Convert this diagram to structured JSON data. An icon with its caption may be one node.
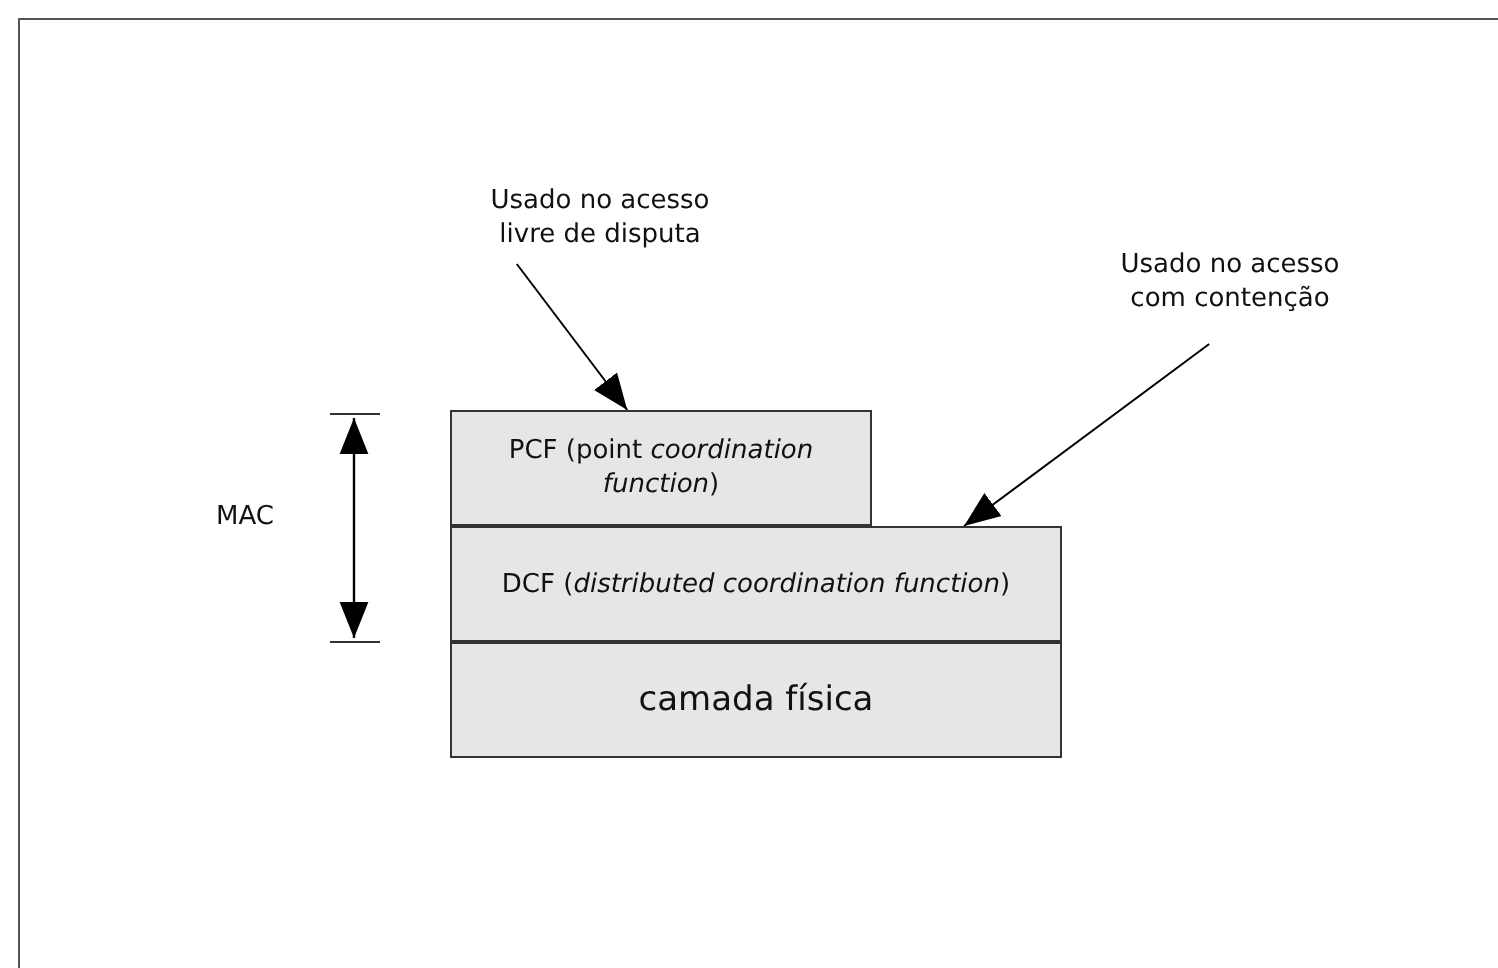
{
  "diagram": {
    "nodes": [
      {
        "text": [
          "Usado no acesso livre de disputa"
        ]
      },
      {
        "text": [
          "Usado no acesso com contenção"
        ]
      },
      {
        "text": [
          "PCF (point *coordination function*)"
        ]
      },
      {
        "text": [
          "DCF (*distributed coordination function*)"
        ]
      },
      {
        "text": [
          "camada física"
        ]
      }
    ],
    "edges": [
      {
        "from": 0,
        "to": 2,
        "arrow": "to"
      },
      {
        "from": 1,
        "to": 3,
        "arrow": "to"
      }
    ],
    "labels": [
      "MAC"
    ]
  }
}
